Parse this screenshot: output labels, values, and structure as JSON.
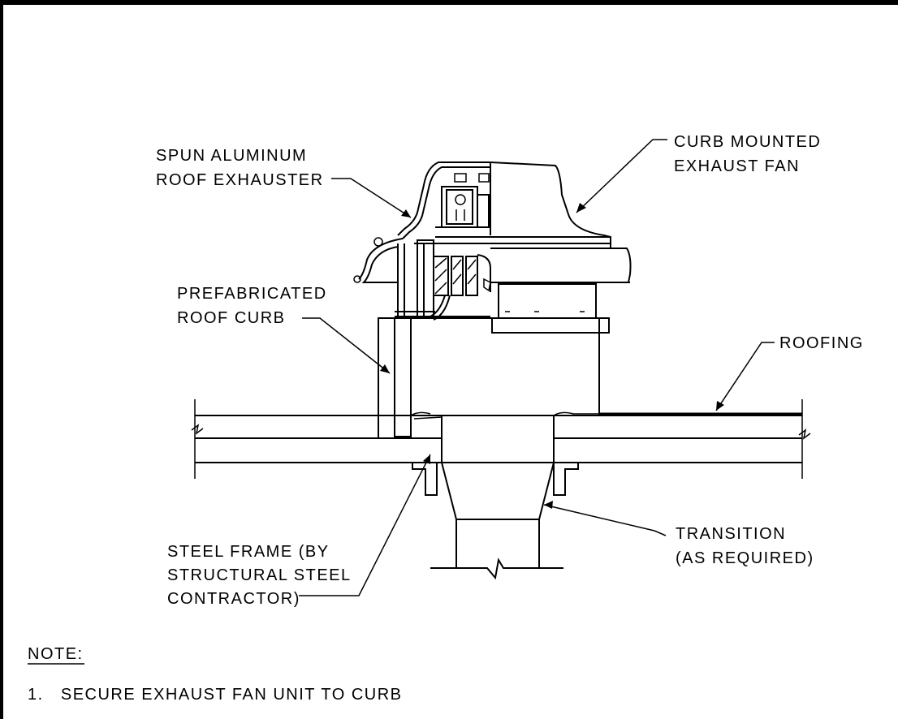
{
  "labels": {
    "spun_aluminum_l1": "SPUN ALUMINUM",
    "spun_aluminum_l2": "ROOF EXHAUSTER",
    "curb_mounted_l1": "CURB MOUNTED",
    "curb_mounted_l2": "EXHAUST FAN",
    "prefab_l1": "PREFABRICATED",
    "prefab_l2": "ROOF CURB",
    "roofing": "ROOFING",
    "steel_l1": "STEEL FRAME (BY",
    "steel_l2": "STRUCTURAL STEEL",
    "steel_l3": "CONTRACTOR)",
    "transition_l1": "TRANSITION",
    "transition_l2": "(AS REQUIRED)"
  },
  "notes": {
    "heading": "NOTE:",
    "items": [
      "1.   SECURE EXHAUST FAN UNIT TO CURB"
    ]
  }
}
